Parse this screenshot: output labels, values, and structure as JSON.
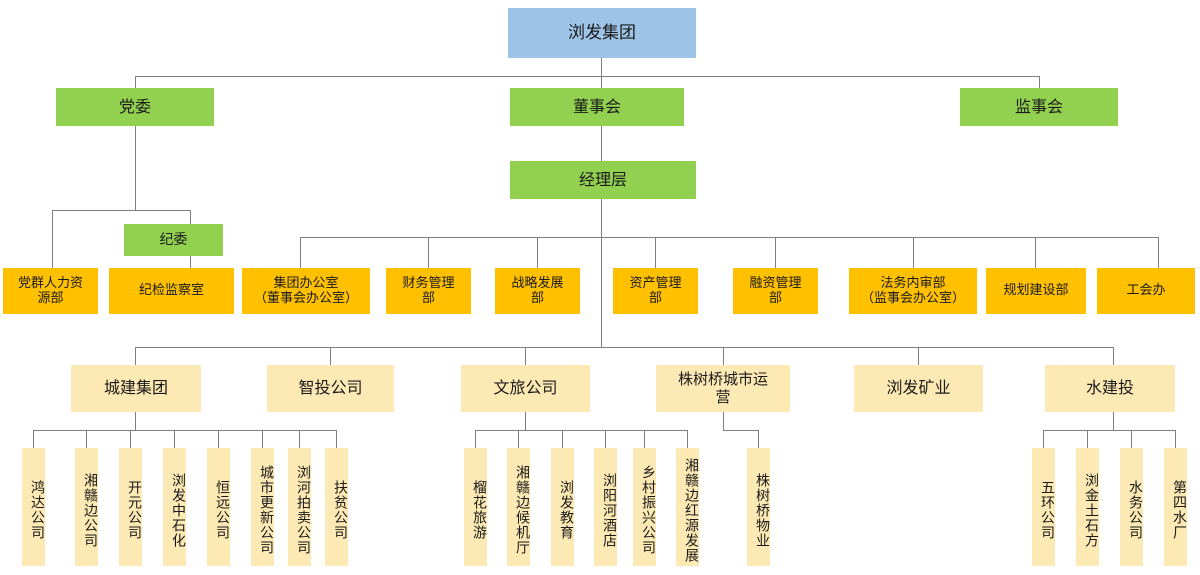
{
  "colors": {
    "root": "#9dc3e6",
    "governance": "#92d050",
    "department": "#ffc000",
    "subsidiary": "#fde9b4",
    "connector": "#808080",
    "background": "#ffffff"
  },
  "root": {
    "label": "浏发集团"
  },
  "governance": [
    {
      "label": "党委"
    },
    {
      "label": "董事会"
    },
    {
      "label": "监事会"
    },
    {
      "label": "经理层"
    },
    {
      "label": "纪委"
    }
  ],
  "departments": [
    {
      "label": "党群人力资\n源部"
    },
    {
      "label": "纪检监察室"
    },
    {
      "label": "集团办公室\n（董事会办公室）"
    },
    {
      "label": "财务管理\n部"
    },
    {
      "label": "战略发展\n部"
    },
    {
      "label": "资产管理\n部"
    },
    {
      "label": "融资管理\n部"
    },
    {
      "label": "法务内审部\n（监事会办公室）"
    },
    {
      "label": "规划建设部"
    },
    {
      "label": "工会办"
    }
  ],
  "subsidiaries": [
    {
      "label": "城建集团",
      "children": [
        {
          "label": "鸿达公司"
        },
        {
          "label": "湘赣边公司"
        },
        {
          "label": "开元公司"
        },
        {
          "label": "浏发中石化"
        },
        {
          "label": "恒远公司"
        },
        {
          "label": "城市更新公司"
        },
        {
          "label": "浏河拍卖公司"
        },
        {
          "label": "扶贫公司"
        }
      ]
    },
    {
      "label": "智投公司",
      "children": []
    },
    {
      "label": "文旅公司",
      "children": [
        {
          "label": "榴花旅游"
        },
        {
          "label": "湘赣边候机厅"
        },
        {
          "label": "浏发教育"
        },
        {
          "label": "浏阳河酒店"
        },
        {
          "label": "乡村振兴公司"
        },
        {
          "label": "湘赣边红源发展"
        }
      ]
    },
    {
      "label": "株树桥城市运\n营",
      "children": [
        {
          "label": "株树桥物业"
        }
      ]
    },
    {
      "label": "浏发矿业",
      "children": []
    },
    {
      "label": "水建投",
      "children": [
        {
          "label": "五环公司"
        },
        {
          "label": "浏金土石方"
        },
        {
          "label": "水务公司"
        },
        {
          "label": "第四水厂"
        }
      ]
    }
  ]
}
